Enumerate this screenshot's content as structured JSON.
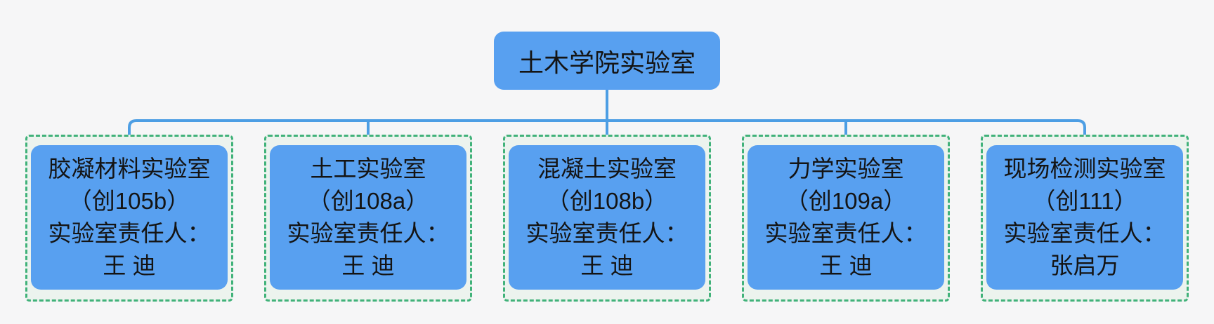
{
  "diagram": {
    "type": "org-chart",
    "root": {
      "label": "土木学院实验室"
    },
    "labs": [
      {
        "name": "胶凝材料实验室",
        "room": "（创105b）",
        "responsible_label": "实验室责任人：",
        "responsible": "王 迪"
      },
      {
        "name": "土工实验室",
        "room": "（创108a）",
        "responsible_label": "实验室责任人：",
        "responsible": "王 迪"
      },
      {
        "name": "混凝土实验室",
        "room": "（创108b）",
        "responsible_label": "实验室责任人：",
        "responsible": "王 迪"
      },
      {
        "name": "力学实验室",
        "room": "（创109a）",
        "responsible_label": "实验室责任人：",
        "responsible": "王 迪"
      },
      {
        "name": "现场检测实验室",
        "room": "（创111）",
        "responsible_label": "实验室责任人：",
        "responsible": "张启万"
      }
    ],
    "colors": {
      "node_fill": "#58a0f0",
      "connector": "#4d9ee4",
      "selection_border": "#41b27a",
      "selection_fill": "#ecf3ee",
      "background": "#f6f6f7",
      "text": "#141414"
    }
  }
}
